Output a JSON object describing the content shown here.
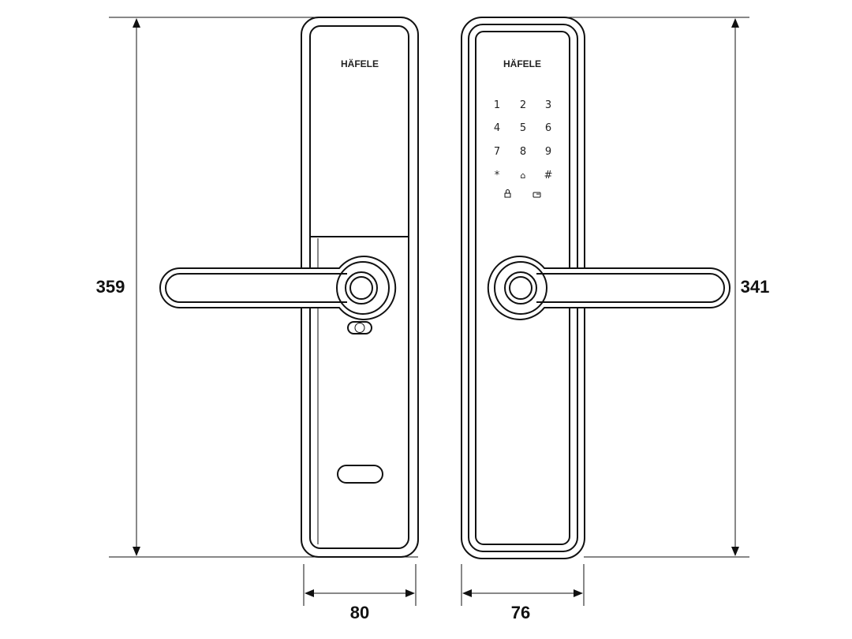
{
  "dimensions": {
    "height_left": "359",
    "height_right": "341",
    "width_left": "80",
    "width_right": "76"
  },
  "brand": "HÄFELE",
  "keypad": [
    "1",
    "2",
    "3",
    "4",
    "5",
    "6",
    "7",
    "8",
    "9",
    "*",
    "⌂",
    "#"
  ],
  "keypad_icons": [
    "lock-icon",
    "card-icon"
  ],
  "colors": {
    "line": "#111111",
    "background": "#ffffff"
  }
}
